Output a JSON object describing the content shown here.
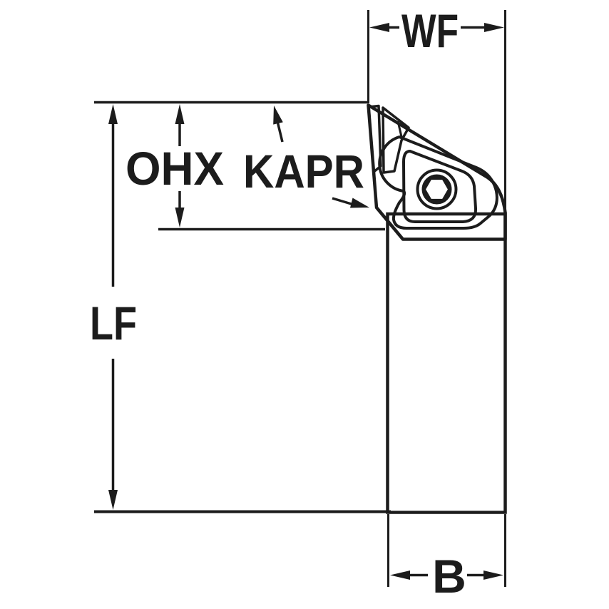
{
  "diagram": {
    "type": "tool-holder-dimension-drawing",
    "description": "Technical line drawing of a lathe turning tool holder with insert, viewed from above, annotated with functional dimensions",
    "labels": {
      "wf": "WF",
      "ohx": "OHX",
      "kapr": "KAPR",
      "lf": "LF",
      "b": "B"
    },
    "parts": {
      "shank": "tool shank",
      "head": "tool head",
      "insert": "cutting insert",
      "clamp": "insert clamp",
      "screw": "hex clamp screw"
    },
    "colors": {
      "background": "#ffffff",
      "body": "#b6ccd9",
      "insert": "#f2ba10",
      "line": "#1c1c1c"
    }
  }
}
